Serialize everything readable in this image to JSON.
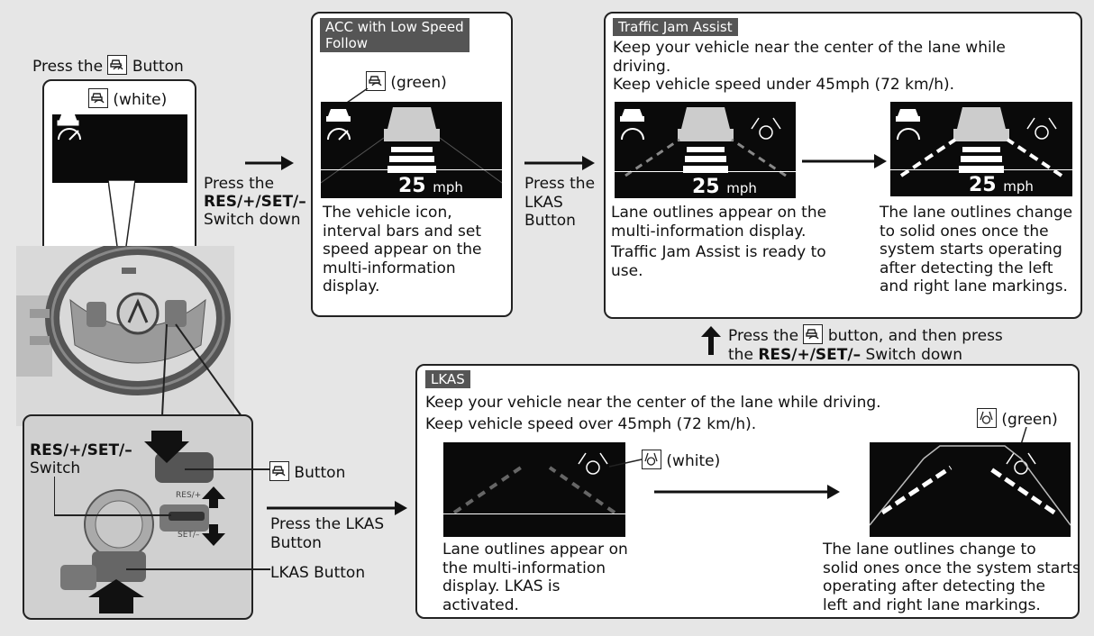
{
  "left": {
    "press_prefix": "Press the",
    "press_suffix": "Button",
    "white_label": "(white)",
    "arrow1_lines": [
      "Press the",
      "RES/+/SET/–",
      "Switch down"
    ],
    "res_switch_line1": "RES/+/SET/–",
    "res_switch_line2": "Switch",
    "button_label": "Button",
    "lkas_button_label": "LKAS Button",
    "res_plus": "RES/+",
    "set_minus": "SET/–"
  },
  "acc": {
    "tag_line1": "ACC with Low Speed",
    "tag_line2": "Follow",
    "green_label": "(green)",
    "speed": "25",
    "unit": "mph",
    "desc": [
      "The vehicle icon,",
      "interval bars and set",
      "speed appear on the",
      "multi-information",
      "display."
    ]
  },
  "arrow2": [
    "Press the",
    "LKAS",
    "Button"
  ],
  "tja": {
    "tag": "Traffic Jam Assist",
    "line1a": "Keep your vehicle near the center of the lane while",
    "line1b": "driving.",
    "line2": "Keep vehicle speed under 45mph (72 km/h).",
    "speed_a": "25",
    "speed_b": "25",
    "unit": "mph",
    "desc_left": [
      "Lane outlines appear on the",
      "multi-information display."
    ],
    "desc_left2": [
      "Traffic Jam Assist is ready to",
      "use."
    ],
    "desc_right": [
      "The lane outlines change",
      "to solid ones once the",
      "system starts operating",
      "after detecting the left",
      "and right lane markings."
    ]
  },
  "up_note": {
    "line1a": "Press the",
    "line1b": "button, and then press",
    "line2a": "the",
    "line2b": "RES/+/SET/–",
    "line2c": "Switch down"
  },
  "lkas": {
    "tag": "LKAS",
    "line1": "Keep your vehicle near the center of the lane while driving.",
    "line2": "Keep vehicle speed over 45mph (72 km/h).",
    "white_label": "(white)",
    "green_label": "(green)",
    "desc_left": [
      "Lane outlines appear on",
      "the multi-information",
      "display. LKAS is",
      "activated."
    ],
    "desc_right": [
      "The lane outlines change to",
      "solid ones once the system starts",
      "operating after detecting the",
      "left and right lane markings."
    ]
  },
  "arrow3": [
    "Press the LKAS",
    "Button"
  ],
  "icons": [
    "acc-icon",
    "lkas-icon",
    "car-icon",
    "meter-icon",
    "arrow-right-icon",
    "arrow-up-icon"
  ]
}
